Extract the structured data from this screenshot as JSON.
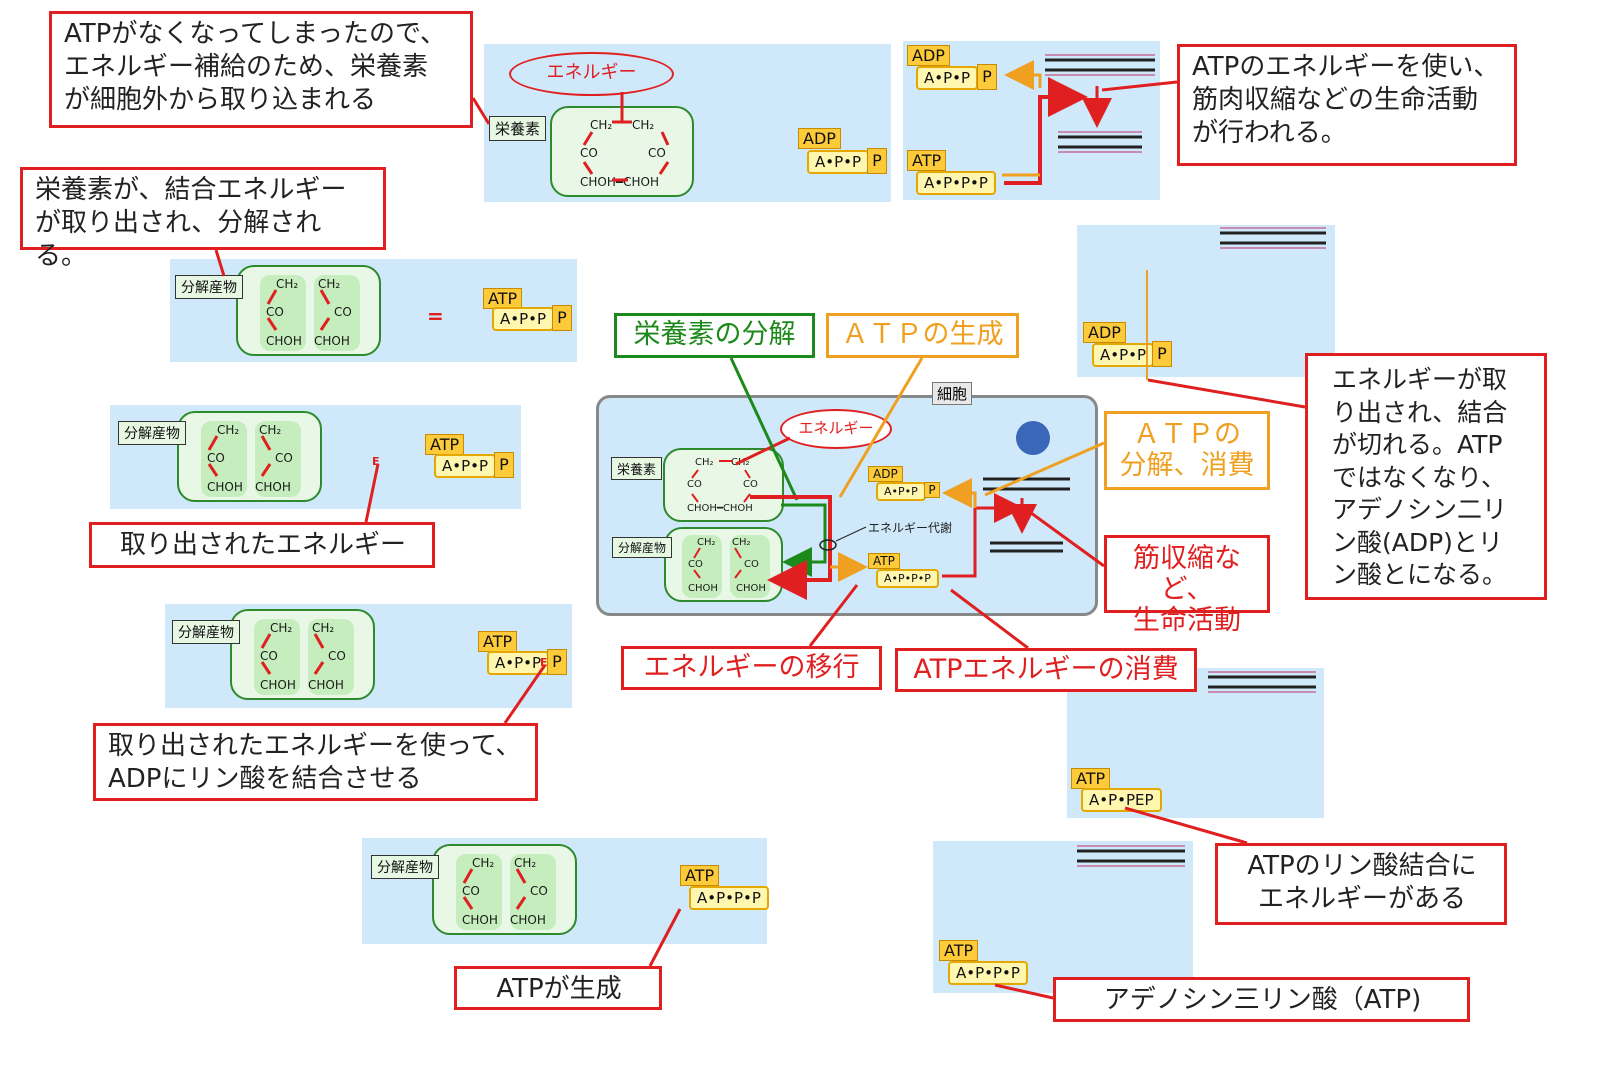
{
  "notes": {
    "n1": "ATPがなくなってしまったので、\nエネルギー補給のため、栄養素\nが細胞外から取り込まれる",
    "n2": "栄養素が、結合エネルギー\nが取り出され、分解される。",
    "n3": "取り出されたエネルギー",
    "n4": "取り出されたエネルギーを使って、\nADPにリン酸を結合させる",
    "n5": "ATPが生成",
    "n6": "ATPのエネルギーを使い、\n筋肉収縮などの生命活動\nが行われる。",
    "n7": "エネルギーが取\nり出され、結合\nが切れる。ATP\nではなくなり、\nアデノシン二リ\nン酸(ADP)とリ\nン酸とになる。",
    "n8": "ATPのリン酸結合に\nエネルギーがある",
    "n9": "アデノシン三リン酸（ATP)"
  },
  "titles": {
    "nutrient_breakdown": "栄養素の分解",
    "atp_generation": "ＡＴＰの生成",
    "atp_breakdown": "ＡＴＰの\n分解、消費",
    "muscle": "筋収縮など、\n生命活動",
    "energy_transfer": "エネルギーの移行",
    "atp_energy_consumption": "ATPエネルギーの消費"
  },
  "labels": {
    "energy": "エネルギー",
    "nutrient": "栄養素",
    "products": "分解産物",
    "cell": "細胞",
    "metabolism": "エネルギー代謝",
    "ch2": "CH₂",
    "co": "CO",
    "choh": "CHOH",
    "choh_bond": "CHOH━CHOH",
    "atp": "ATP",
    "adp": "ADP",
    "p": "P",
    "ap_p": "A•P•P",
    "ap_p_p": "A•P•P•P",
    "ap_pep": "A•P•PEP",
    "e": "E",
    "minus": "="
  },
  "colors": {
    "red": "#e02020",
    "green": "#1b8a1b",
    "orange": "#f0a020",
    "panel": "#cfe9fb"
  }
}
